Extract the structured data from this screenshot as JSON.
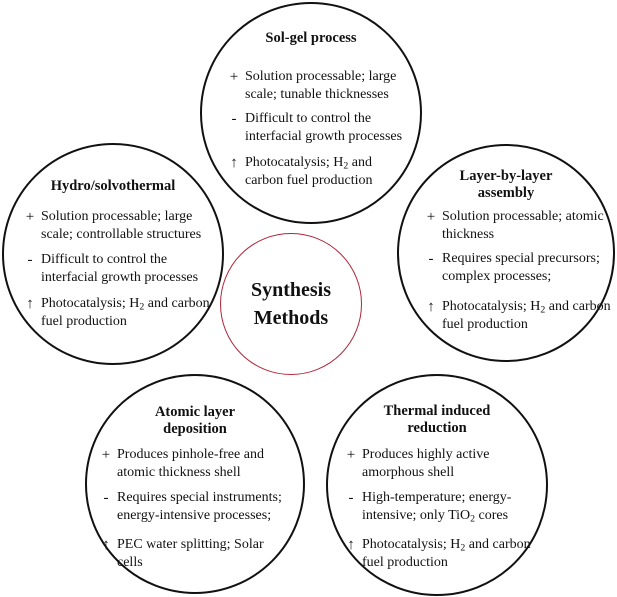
{
  "center": {
    "line1": "Synthesis",
    "line2": "Methods"
  },
  "nodes": {
    "solgel": {
      "title1": "Sol-gel process",
      "pro_symbol": "+",
      "pro": "Solution processable; large scale; tunable thicknesses",
      "con_symbol": "-",
      "con": "Difficult to control the interfacial growth processes",
      "app_symbol": "↑",
      "app_a": "Photocatalysis; H",
      "app_sub": "2",
      "app_b": " and carbon fuel production"
    },
    "hydro": {
      "title1": "Hydro/solvothermal",
      "pro_symbol": "+",
      "pro": "Solution processable; large scale; controllable structures",
      "con_symbol": "-",
      "con": "Difficult to control the interfacial growth processes",
      "app_symbol": "↑",
      "app_a": "Photocatalysis; H",
      "app_sub": "2",
      "app_b": " and carbon fuel production"
    },
    "lbl": {
      "title1": "Layer-by-layer",
      "title2": "assembly",
      "pro_symbol": "+",
      "pro": "Solution processable; atomic thickness",
      "con_symbol": "-",
      "con": "Requires special precursors; complex processes;",
      "app_symbol": "↑",
      "app_a": "Photocatalysis; H",
      "app_sub": "2",
      "app_b": " and carbon fuel production"
    },
    "ald": {
      "title1": "Atomic layer",
      "title2": "deposition",
      "pro_symbol": "+",
      "pro": "Produces pinhole-free and atomic thickness shell",
      "con_symbol": "-",
      "con": "Requires special instruments; energy-intensive processes;",
      "app_symbol": "↑",
      "app": "PEC water splitting; Solar cells"
    },
    "thermal": {
      "title1": "Thermal induced",
      "title2": "reduction",
      "pro_symbol": "+",
      "pro": "Produces highly active amorphous shell",
      "con_symbol": "-",
      "con_a": "High-temperature; energy-intensive; only TiO",
      "con_sub": "2",
      "con_b": " cores",
      "app_symbol": "↑",
      "app_a": "Photocatalysis; H",
      "app_sub": "2",
      "app_b": " and carbon fuel production"
    }
  }
}
